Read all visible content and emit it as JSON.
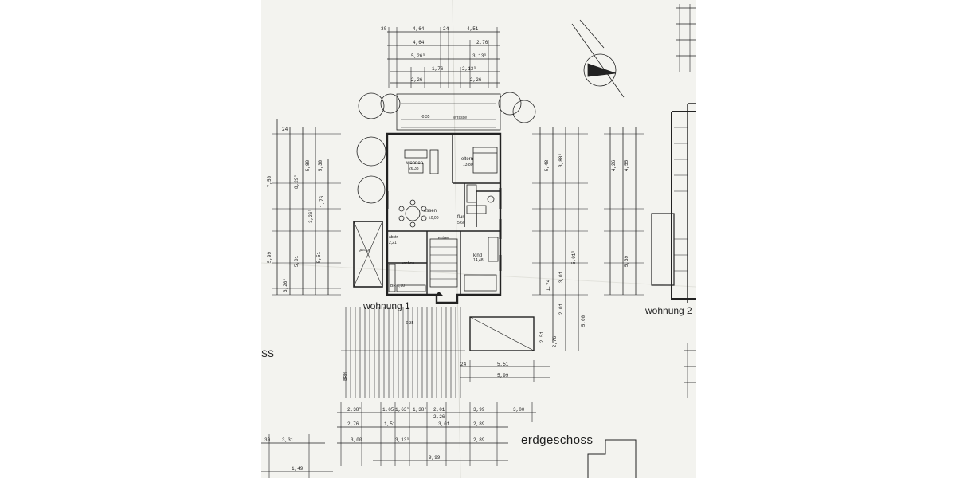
{
  "title": "erdgeschoss",
  "units": {
    "left": "wohnung 1",
    "right": "wohnung 2"
  },
  "rooms": {
    "terrasse": "terrasse",
    "wohnen": "wohnen",
    "wohnen_area": "26,38",
    "eltern": "eltern",
    "eltern_area": "13,80",
    "essen": "essen",
    "flur": "flur",
    "flur_area": "5,60",
    "abstr": "abstr.",
    "abstr_area": "2,21",
    "entree": "entree",
    "kochen": "kochen",
    "kind": "kind",
    "kind_area": "14,48",
    "garage": "garage"
  },
  "annotations": {
    "elevation_ground": "±0,00",
    "elevation_entry": "-0,35",
    "elevation_terrace": "-0,35",
    "br": "BR 1,10",
    "brh": "BRH",
    "partial_left": "SS"
  },
  "dims_top": [
    "4,64",
    "4,51",
    "24",
    "4,64",
    "2,76",
    "5,26⁵",
    "3,13⁵",
    "1,76",
    "2,13⁵",
    "2,26",
    "2,26",
    "30"
  ],
  "dims_left": [
    "7,50",
    "8,29⁵",
    "5,80",
    "5,30",
    "1,76",
    "3,26⁵",
    "5,99",
    "5,01",
    "5,51",
    "3,26⁵",
    "24"
  ],
  "dims_right": [
    "5,48",
    "3,88⁵",
    "4,26",
    "4,55",
    "5,01⁵",
    "5,39",
    "3,01",
    "2,01",
    "1,74",
    "5,00",
    "2,51",
    "2,76"
  ],
  "dims_bottom": [
    "2,38⁵",
    "1,05",
    "1,63⁵",
    "1,38⁵",
    "2,01",
    "3,99",
    "3,00",
    "2,26",
    "2,76",
    "1,51",
    "3,01",
    "2,89",
    "3,00",
    "3,13⁵",
    "2,89",
    "9,99",
    "3,31",
    "1,49",
    "5,51",
    "5,99",
    "24",
    "30"
  ]
}
